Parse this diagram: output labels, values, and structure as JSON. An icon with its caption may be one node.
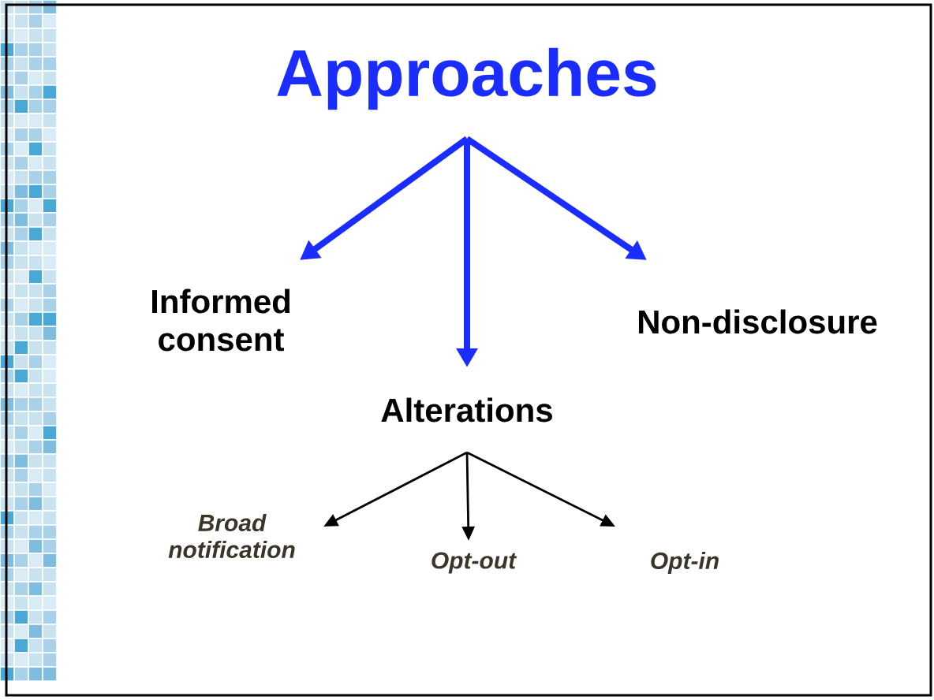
{
  "diagram": {
    "nodes": [
      {
        "text": [
          "Approaches"
        ]
      },
      {
        "text": [
          "Informed consent"
        ]
      },
      {
        "text": [
          "Alterations"
        ]
      },
      {
        "text": [
          "Non-disclosure"
        ]
      },
      {
        "text": [
          "Broad notification"
        ]
      },
      {
        "text": [
          "Opt-out"
        ]
      },
      {
        "text": [
          "Opt-in"
        ]
      }
    ],
    "edges": [
      {
        "from": 0,
        "to": 1,
        "arrow": "to",
        "style": "thick",
        "color": "#1a2cff"
      },
      {
        "from": 0,
        "to": 2,
        "arrow": "to",
        "style": "thick",
        "color": "#1a2cff"
      },
      {
        "from": 0,
        "to": 3,
        "arrow": "to",
        "style": "thick",
        "color": "#1a2cff"
      },
      {
        "from": 2,
        "to": 4,
        "arrow": "to",
        "color": "#000000"
      },
      {
        "from": 2,
        "to": 5,
        "arrow": "to",
        "color": "#000000"
      },
      {
        "from": 2,
        "to": 6,
        "arrow": "to",
        "color": "#000000"
      }
    ]
  }
}
